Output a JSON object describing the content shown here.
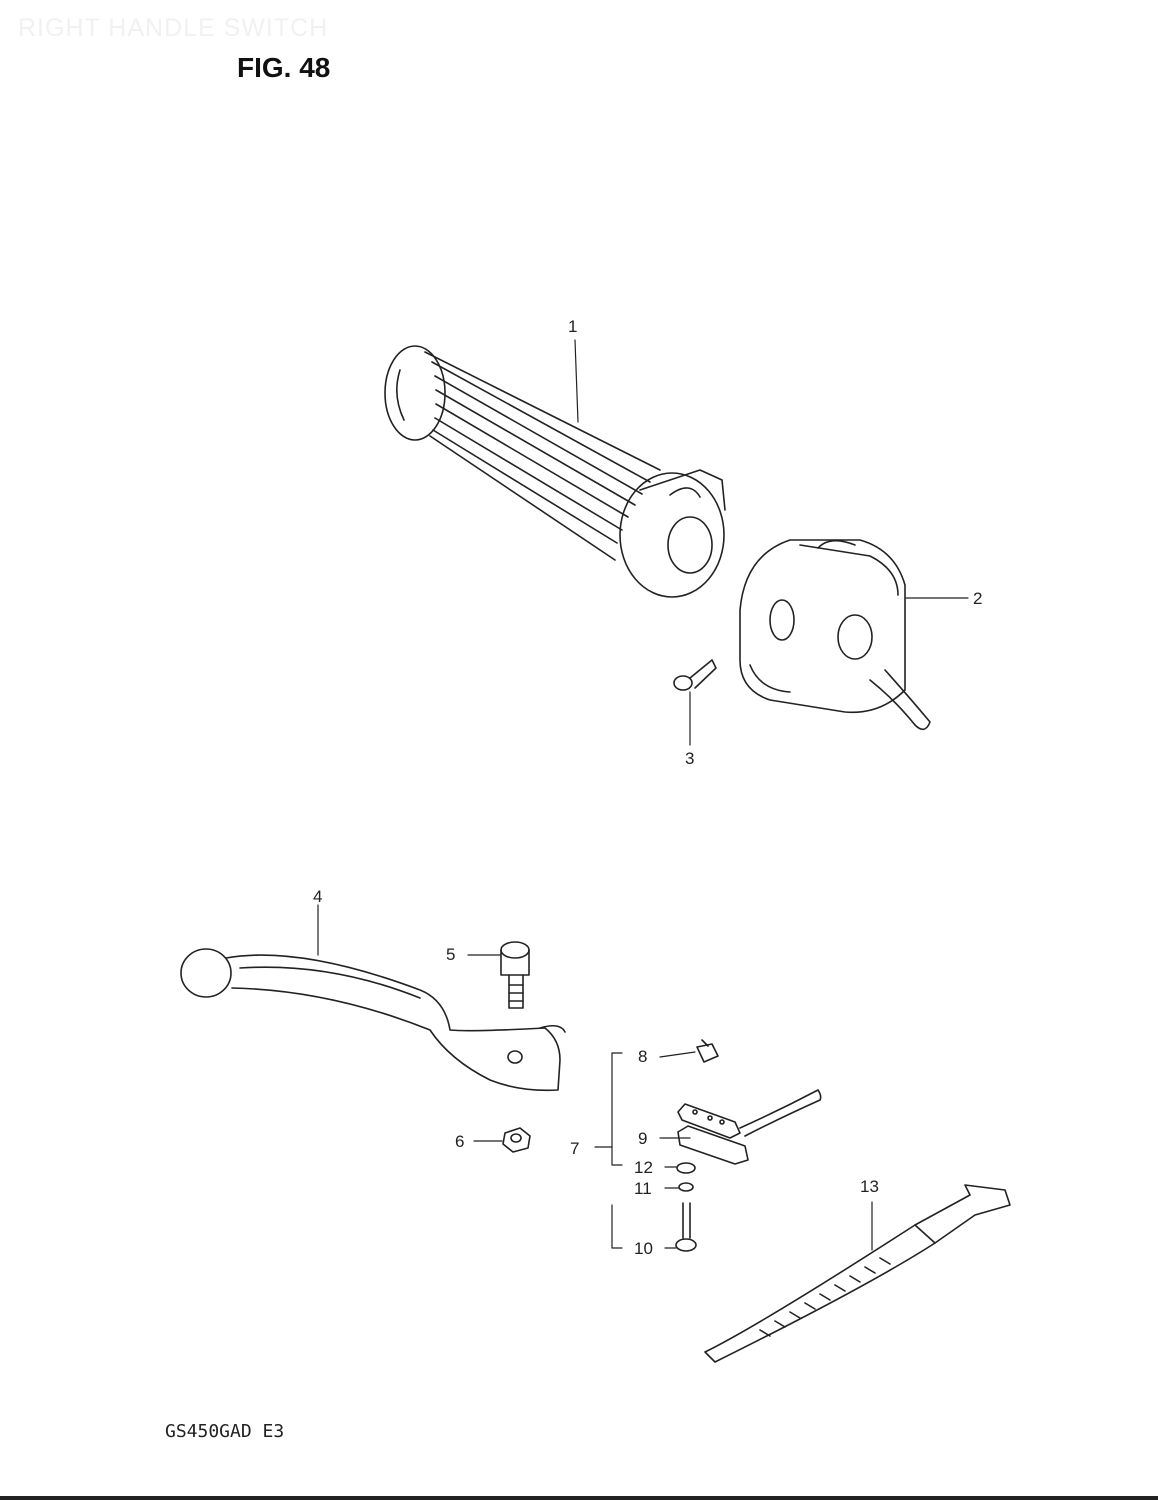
{
  "header": {
    "section_title": "RIGHT HANDLE SWITCH",
    "figure_label": "FIG. 48"
  },
  "footer": {
    "model_code": "GS450GAD E3"
  },
  "callouts": {
    "c1": "1",
    "c2": "2",
    "c3": "3",
    "c4": "4",
    "c5": "5",
    "c6": "6",
    "c7": "7",
    "c8": "8",
    "c9": "9",
    "c10": "10",
    "c11": "11",
    "c12": "12",
    "c13": "13"
  },
  "colors": {
    "ink": "#222222",
    "faded_header": "#f1f1f1",
    "paper": "#ffffff"
  }
}
